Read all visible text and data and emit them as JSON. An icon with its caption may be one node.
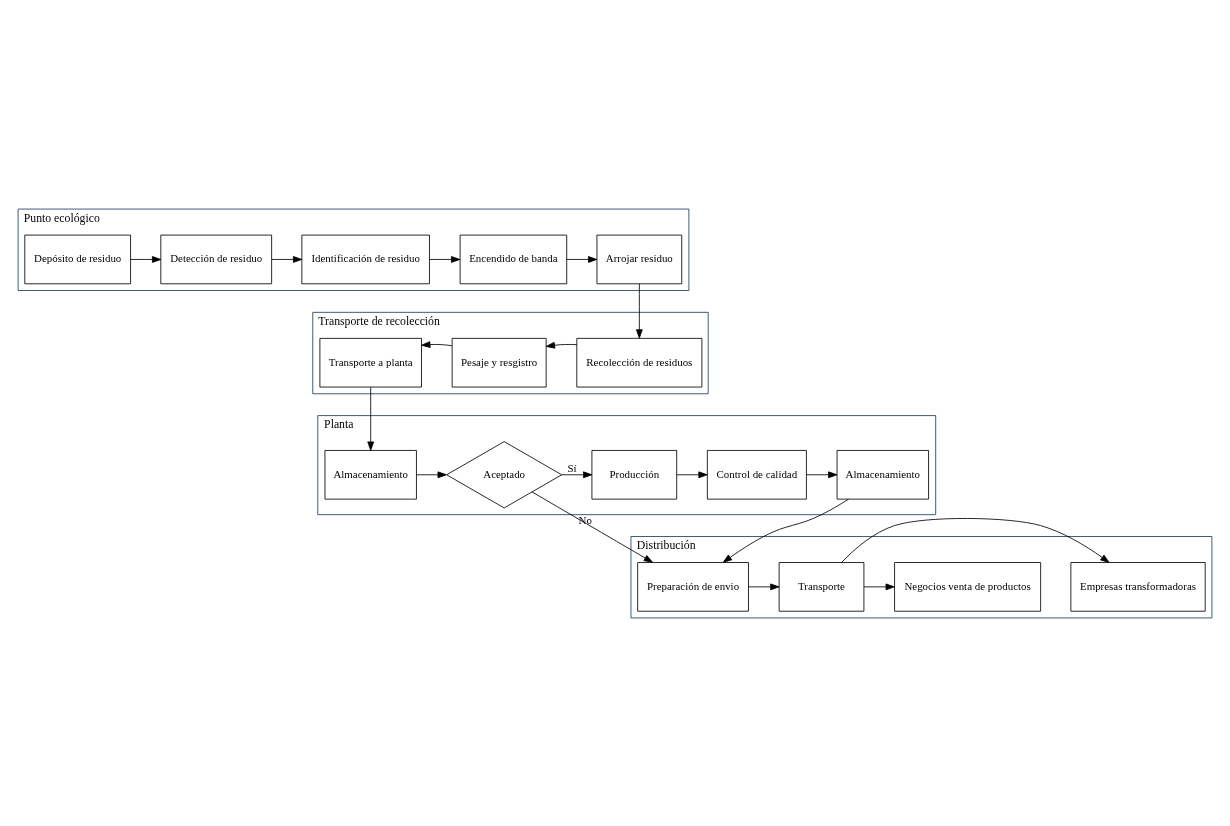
{
  "diagram": {
    "nodes": [
      {
        "text": [
          "Punto ecológico"
        ]
      },
      {
        "text": [
          "Depósito de residuo"
        ],
        "in": 0
      },
      {
        "text": [
          "Detección de residuo"
        ],
        "in": 0
      },
      {
        "text": [
          "Identificación de residuo"
        ],
        "in": 0
      },
      {
        "text": [
          "Encendido de banda"
        ],
        "in": 0
      },
      {
        "text": [
          "Arrojar residuo"
        ],
        "in": 0
      },
      {
        "text": [
          "Transporte de recolección"
        ]
      },
      {
        "text": [
          "Transporte a planta"
        ],
        "in": 6
      },
      {
        "text": [
          "Pesaje y resgistro"
        ],
        "in": 6
      },
      {
        "text": [
          "Recolección de residuos"
        ],
        "in": 6
      },
      {
        "text": [
          "Planta"
        ]
      },
      {
        "text": [
          "Almacenamiento"
        ],
        "in": 10
      },
      {
        "text": [
          "Aceptado"
        ],
        "in": 10
      },
      {
        "text": [
          "Producción"
        ],
        "in": 10
      },
      {
        "text": [
          "Control de calidad"
        ],
        "in": 10
      },
      {
        "text": [
          "Almacenamiento"
        ],
        "in": 10
      },
      {
        "text": [
          "Distribución"
        ]
      },
      {
        "text": [
          "Preparación de envio"
        ],
        "in": 16
      },
      {
        "text": [
          "Transporte"
        ],
        "in": 16
      },
      {
        "text": [
          "Empresas transformadoras"
        ],
        "in": 16
      },
      {
        "text": [
          "Negocios venta de productos"
        ],
        "in": 16
      }
    ],
    "edges": [
      {
        "from": 1,
        "to": 2,
        "arrow": "to"
      },
      {
        "from": 2,
        "to": 3,
        "arrow": "to"
      },
      {
        "from": 3,
        "to": 4,
        "arrow": "to"
      },
      {
        "from": 4,
        "to": 5,
        "arrow": "to"
      },
      {
        "from": 5,
        "to": 9,
        "arrow": "to"
      },
      {
        "from": 9,
        "to": 8,
        "arrow": "to"
      },
      {
        "from": 8,
        "to": 7,
        "arrow": "to"
      },
      {
        "from": 7,
        "to": 11,
        "arrow": "to"
      },
      {
        "from": 11,
        "to": 12,
        "arrow": "to"
      },
      {
        "from": 12,
        "to": 13,
        "label": "Sí",
        "arrow": "to"
      },
      {
        "from": 13,
        "to": 14,
        "arrow": "to"
      },
      {
        "from": 14,
        "to": 15,
        "arrow": "to"
      },
      {
        "from": 15,
        "to": 17,
        "arrow": "to"
      },
      {
        "from": 12,
        "to": 17,
        "label": "No",
        "arrow": "to"
      },
      {
        "from": 17,
        "to": 18,
        "arrow": "to"
      },
      {
        "from": 18,
        "to": 19,
        "arrow": "to"
      },
      {
        "from": 18,
        "to": 20,
        "arrow": "to"
      }
    ]
  }
}
